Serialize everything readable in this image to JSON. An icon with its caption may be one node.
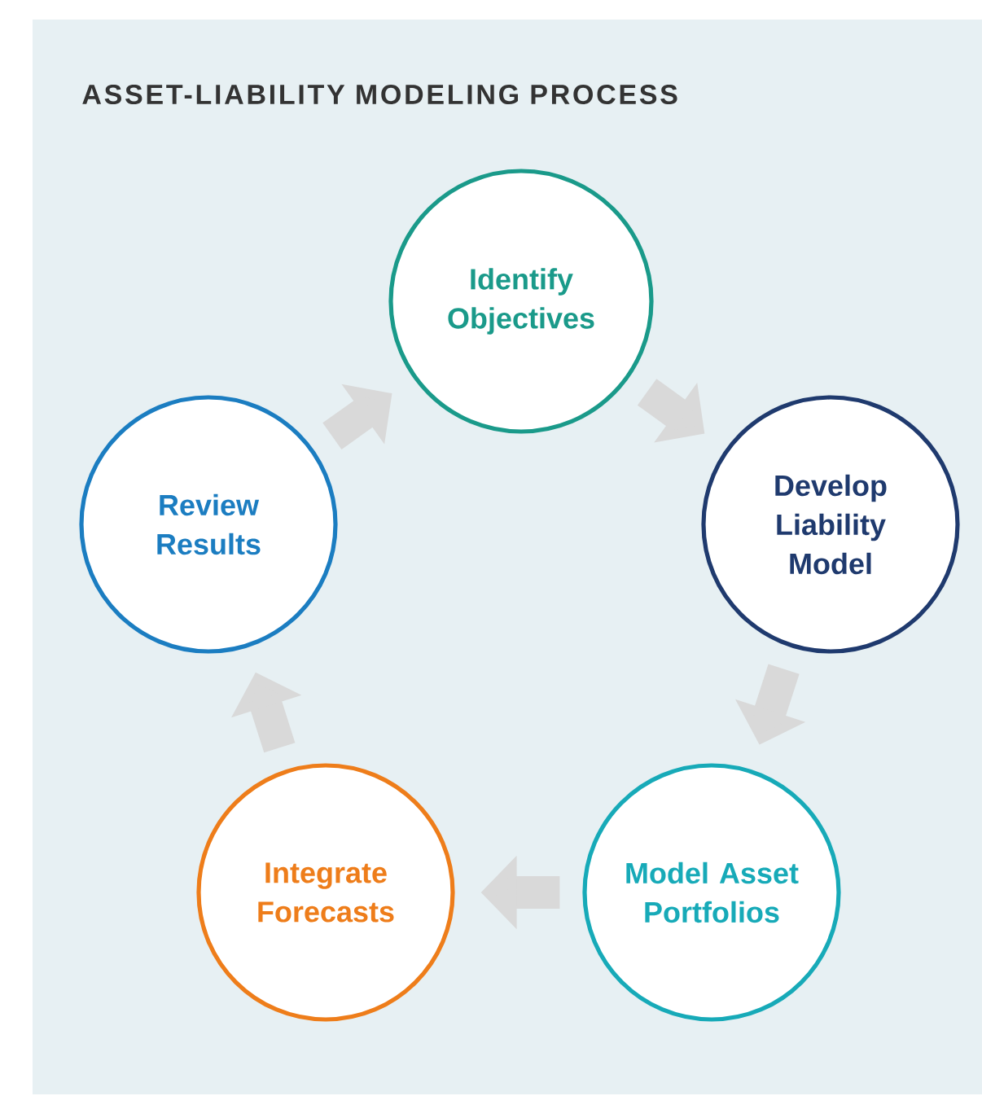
{
  "diagram": {
    "title": "ASSET-LIABILITY MODELING PROCESS",
    "nodes": [
      {
        "text": [
          "Identify Objectives"
        ]
      },
      {
        "text": [
          "Develop Liability Model"
        ]
      },
      {
        "text": [
          "Model Asset Portfolios"
        ]
      },
      {
        "text": [
          "Integrate Forecasts"
        ]
      },
      {
        "text": [
          "Review Results"
        ]
      }
    ],
    "edges": [
      {
        "from": 0,
        "to": 1,
        "arrow": "to"
      },
      {
        "from": 1,
        "to": 2,
        "arrow": "to"
      },
      {
        "from": 2,
        "to": 3,
        "arrow": "to"
      },
      {
        "from": 3,
        "to": 4,
        "arrow": "to"
      },
      {
        "from": 4,
        "to": 0,
        "arrow": "to"
      }
    ]
  }
}
